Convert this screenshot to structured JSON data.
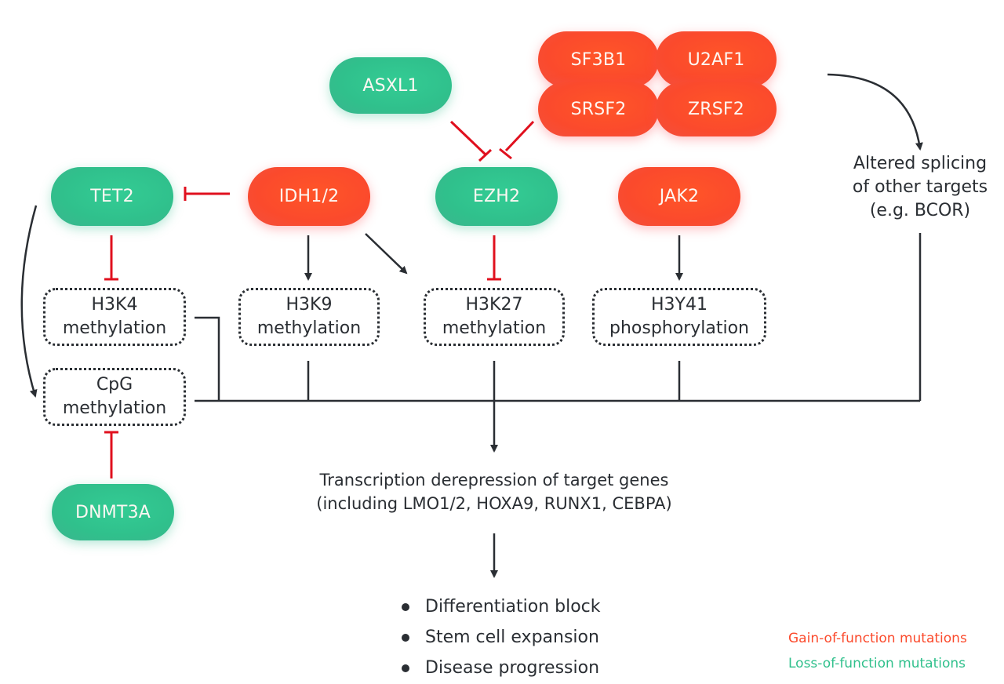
{
  "colors": {
    "gain_of_function": "#fb4a2c",
    "loss_of_function": "#30c08c",
    "inhibition": "#e0101e",
    "activation": "#2a2e33"
  },
  "nodes": {
    "asxl1": {
      "label": "ASXL1",
      "type": "loss-of-function"
    },
    "sf3b1": {
      "label": "SF3B1",
      "type": "gain-of-function"
    },
    "u2af1": {
      "label": "U2AF1",
      "type": "gain-of-function"
    },
    "srsf2": {
      "label": "SRSF2",
      "type": "gain-of-function"
    },
    "zrsf2": {
      "label": "ZRSF2",
      "type": "gain-of-function"
    },
    "tet2": {
      "label": "TET2",
      "type": "loss-of-function"
    },
    "idh": {
      "label": "IDH1/2",
      "type": "gain-of-function"
    },
    "ezh2": {
      "label": "EZH2",
      "type": "loss-of-function"
    },
    "jak2": {
      "label": "JAK2",
      "type": "gain-of-function"
    },
    "dnmt3a": {
      "label": "DNMT3A",
      "type": "loss-of-function"
    }
  },
  "marks": {
    "h3k4": {
      "line1": "H3K4",
      "line2": "methylation"
    },
    "h3k9": {
      "line1": "H3K9",
      "line2": "methylation"
    },
    "h3k27": {
      "line1": "H3K27",
      "line2": "methylation"
    },
    "h3y41": {
      "line1": "H3Y41",
      "line2": "phosphorylation"
    },
    "cpg": {
      "line1": "CpG",
      "line2": "methylation"
    }
  },
  "splicing": {
    "line1": "Altered splicing",
    "line2": "of other targets",
    "line3": "(e.g. BCOR)"
  },
  "transcription": {
    "line1": "Transcription derepression of target genes",
    "line2": "(including LMO1/2, HOXA9, RUNX1, CEBPA)"
  },
  "outcomes": [
    "Differentiation block",
    "Stem cell expansion",
    "Disease progression"
  ],
  "legend": {
    "gain": "Gain-of-function mutations",
    "loss": "Loss-of-function mutations"
  },
  "edges": [
    {
      "from": "asxl1",
      "to": "ezh2",
      "type": "inhibition"
    },
    {
      "from": "splicing-factors",
      "to": "ezh2",
      "type": "inhibition"
    },
    {
      "from": "splicing-factors",
      "to": "splicing",
      "type": "activation"
    },
    {
      "from": "idh",
      "to": "tet2",
      "type": "inhibition"
    },
    {
      "from": "tet2",
      "to": "h3k4",
      "type": "inhibition"
    },
    {
      "from": "tet2",
      "to": "cpg",
      "type": "activation"
    },
    {
      "from": "idh",
      "to": "h3k9",
      "type": "activation"
    },
    {
      "from": "idh",
      "to": "h3k27",
      "type": "activation"
    },
    {
      "from": "ezh2",
      "to": "h3k27",
      "type": "inhibition"
    },
    {
      "from": "jak2",
      "to": "h3y41",
      "type": "activation"
    },
    {
      "from": "dnmt3a",
      "to": "cpg",
      "type": "inhibition"
    },
    {
      "from": "marks",
      "to": "transcription",
      "type": "activation"
    },
    {
      "from": "transcription",
      "to": "outcomes",
      "type": "activation"
    }
  ]
}
